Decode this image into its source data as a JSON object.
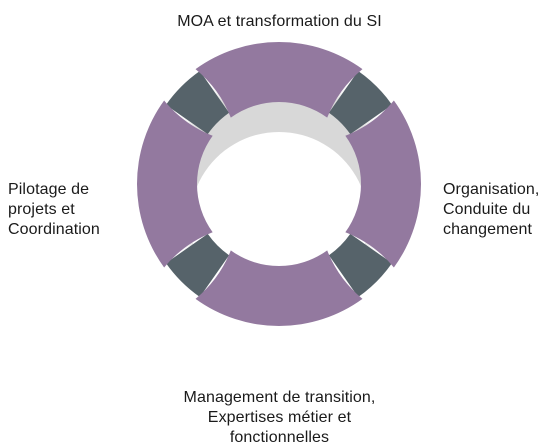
{
  "diagram": {
    "colors": {
      "segment": "#93799f",
      "ring": "#f2f2f2",
      "ring_shadow": "#d9d9d9",
      "joint": "#56636a",
      "text": "#1a1a1a"
    },
    "labels": {
      "top": [
        "MOA et transformation du SI"
      ],
      "left": [
        "Pilotage de",
        "projets et",
        "Coordination"
      ],
      "right": [
        "Organisation,",
        "Conduite du",
        "changement"
      ],
      "bottom": [
        "Management de transition,",
        "Expertises métier et",
        "fonctionnelles"
      ]
    }
  }
}
